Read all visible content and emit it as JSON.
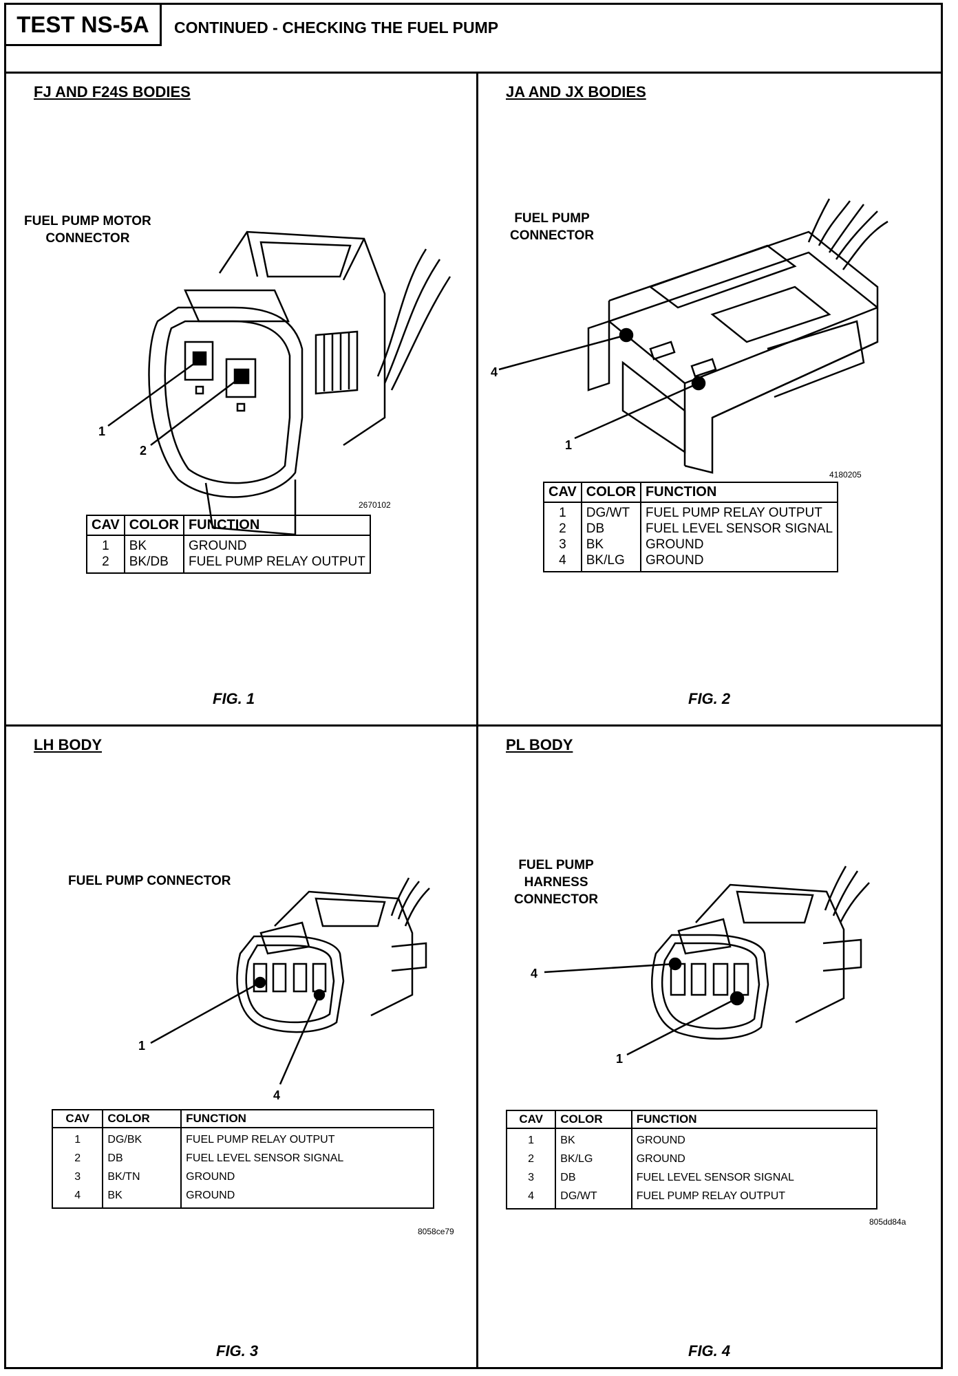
{
  "header": {
    "test_id": "TEST NS-5A",
    "title": "CONTINUED - CHECKING THE FUEL PUMP"
  },
  "panels": [
    {
      "title": "FJ AND F24S BODIES",
      "connector_label": "FUEL PUMP MOTOR\nCONNECTOR",
      "callouts": [
        "1",
        "2"
      ],
      "figure_ref": "2670102",
      "figure": "FIG. 1",
      "table": {
        "headers": [
          "CAV",
          "COLOR",
          "FUNCTION"
        ],
        "rows": [
          [
            "1",
            "BK",
            "GROUND"
          ],
          [
            "2",
            "BK/DB",
            "FUEL PUMP RELAY OUTPUT"
          ]
        ]
      }
    },
    {
      "title": "JA AND JX BODIES",
      "connector_label": "FUEL PUMP\nCONNECTOR",
      "callouts": [
        "4",
        "1"
      ],
      "figure_ref": "4180205",
      "figure": "FIG. 2",
      "table": {
        "headers": [
          "CAV",
          "COLOR",
          "FUNCTION"
        ],
        "rows": [
          [
            "1",
            "DG/WT",
            "FUEL PUMP RELAY OUTPUT"
          ],
          [
            "2",
            "DB",
            "FUEL LEVEL SENSOR SIGNAL"
          ],
          [
            "3",
            "BK",
            "GROUND"
          ],
          [
            "4",
            "BK/LG",
            "GROUND"
          ]
        ]
      }
    },
    {
      "title": "LH BODY",
      "connector_label": "FUEL PUMP CONNECTOR",
      "callouts": [
        "1",
        "4"
      ],
      "figure_ref": "8058ce79",
      "figure": "FIG. 3",
      "table": {
        "headers": [
          "CAV",
          "COLOR",
          "FUNCTION"
        ],
        "rows": [
          [
            "1",
            "DG/BK",
            "FUEL PUMP RELAY OUTPUT"
          ],
          [
            "2",
            "DB",
            "FUEL LEVEL SENSOR SIGNAL"
          ],
          [
            "3",
            "BK/TN",
            "GROUND"
          ],
          [
            "4",
            "BK",
            "GROUND"
          ]
        ]
      }
    },
    {
      "title": "PL BODY",
      "connector_label": "FUEL PUMP\nHARNESS\nCONNECTOR",
      "callouts": [
        "4",
        "1"
      ],
      "figure_ref": "805dd84a",
      "figure": "FIG. 4",
      "table": {
        "headers": [
          "CAV",
          "COLOR",
          "FUNCTION"
        ],
        "rows": [
          [
            "1",
            "BK",
            "GROUND"
          ],
          [
            "2",
            "BK/LG",
            "GROUND"
          ],
          [
            "3",
            "DB",
            "FUEL LEVEL SENSOR SIGNAL"
          ],
          [
            "4",
            "DG/WT",
            "FUEL PUMP RELAY OUTPUT"
          ]
        ]
      }
    }
  ]
}
